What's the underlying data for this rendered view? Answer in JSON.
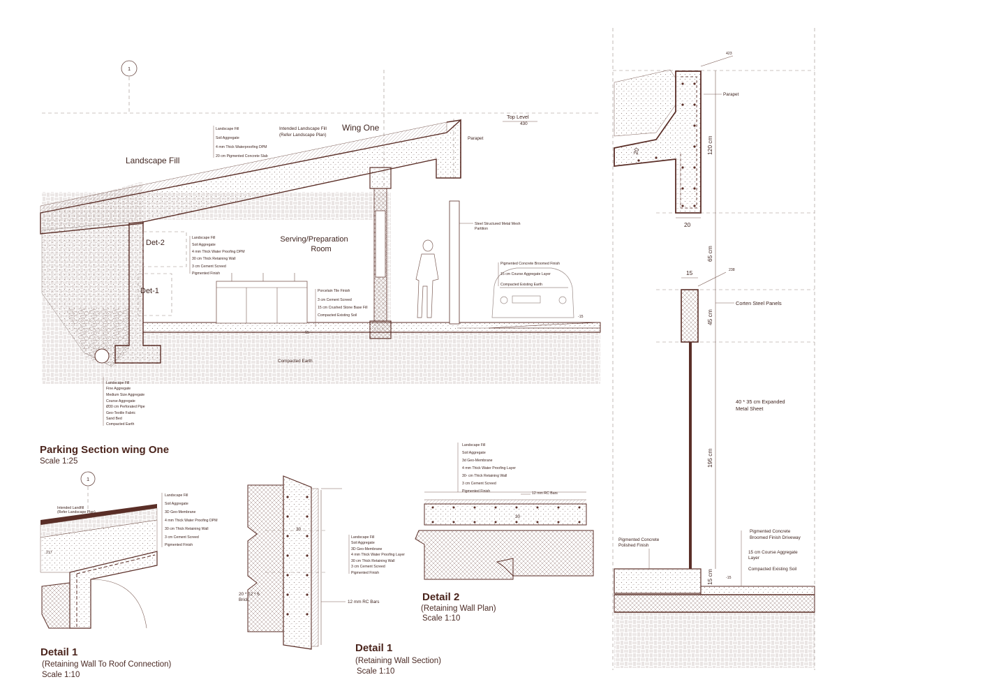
{
  "section": {
    "grid_bubble": "1",
    "top_level_label": "Top Level",
    "top_level_value": "430",
    "wing_label": "Wing One",
    "landscape_fill": "Landscape Fill",
    "parapet": "Parapet",
    "room_line1": "Serving/Preparation",
    "room_line2": "Room",
    "det2": "Det-2",
    "det1": "Det-1",
    "compacted_earth": "Compacted Earth",
    "level_minus": "-15",
    "dim_15": "15",
    "roof_layers": [
      "Landscape Fill",
      "Soil Aggregate",
      "4 mm Thick Waterproofing DPM",
      "20 cm Pigmented Concrete Slab"
    ],
    "intended_fill": [
      "Intended Landscape Fill",
      "(Refer Landscape Plan)"
    ],
    "wall_layers": [
      "Landscape Fill",
      "Soil Aggregate",
      "4 mm Thick Water Proofing DPM",
      "30 cm Thick Retaining Wall",
      "3 cm Cement Screed",
      "Pigmented Finish"
    ],
    "floor_layers": [
      "Porcelain Tile Finish",
      "3 cm Cement Screed",
      "15 cm Crushed Stone Base Fill",
      "Compacted Existing Soil"
    ],
    "partition": [
      "Steel Structured Metal Mesh",
      "Partition"
    ],
    "parking_layers": [
      "Pigmented Concrete Broomed Finish",
      "15 cm Course Aggregate Layer",
      "Compacted Existing Earth"
    ],
    "drain_layers": [
      "Landscape Fill",
      "Fine Aggregate",
      "Medium Size Aggregate",
      "Course Aggregate",
      "Ø30 cm Perforated Pipe",
      "Geo-Textile Fabric",
      "Sand Bed",
      "Compacted Earth"
    ],
    "title": "Parking Section wing One",
    "scale": "Scale 1:25"
  },
  "detail1a": {
    "grid_bubble": "1",
    "intended": [
      "Intended Landfill",
      "(Refer Landscape Plan)"
    ],
    "layers": [
      "Landscape Fill",
      "Soil Aggregate",
      "3D Geo-Membrane",
      "4 mm Thick Water Proofing DPM",
      "30 cm Thick Retaining Wall",
      "3 cm Cement Screed",
      "Pigmented Finish"
    ],
    "dim_217": "217",
    "title": "Detail 1",
    "subtitle": "(Retaining Wall To Roof Connection)",
    "scale": "Scale 1:10"
  },
  "detail1b": {
    "dim_30": "30",
    "brick": [
      "20 * 12 * 6",
      "Brick"
    ],
    "layers": [
      "Landscape Fill",
      "Soil Aggregate",
      "3D Geo-Membrane",
      "4 mm Thick Water Proofing Layer",
      "30 cm Thick Retaining Wall",
      "3 cm Cement Screed",
      "Pigmented Finish"
    ],
    "bars": "12 mm RC Bars",
    "title": "Detail 1",
    "subtitle": "(Retaining Wall Section)",
    "scale": "Scale 1:10"
  },
  "detail2": {
    "layers": [
      "Landscape Fill",
      "Soil Aggregate",
      "3d Geo-Membrane",
      "4 mm Thick Water Proofing Layer",
      "30- cm Thick Retaining Wall",
      "3 cm Cement Screed",
      "Pigmented Finish"
    ],
    "bars": "12 mm RC Bars",
    "dim_30": "30",
    "title": "Detail 2",
    "subtitle": "(Retaining Wall Plan)",
    "scale": "Scale 1:10"
  },
  "parapet_detail": {
    "dim_423": "423",
    "parapet": "Parapet",
    "dim_120": "120 cm",
    "dim_20_slab": "20",
    "dim_20": "20",
    "dim_65": "65 cm",
    "dim_15_top": "15",
    "dim_238": "238",
    "corten": "Corten Steel Panels",
    "dim_45": "45 cm",
    "mesh": [
      "40 * 35 cm Expanded",
      "Metal Sheet"
    ],
    "dim_195": "195 cm",
    "polished": [
      "Pigmented Concrete",
      "Polished Finish"
    ],
    "driveway": [
      "Pigmented Concrete",
      "Broomed Finish Driveway"
    ],
    "aggregate": [
      "15 cm Course Aggregate",
      "Layer"
    ],
    "soil": "Compacted Existing Soil",
    "dim_15_bottom": "15 cm",
    "level": "-15"
  },
  "colors": {
    "line": "#5a2e27",
    "text": "#3f241f",
    "hatch": "#a08a84"
  }
}
